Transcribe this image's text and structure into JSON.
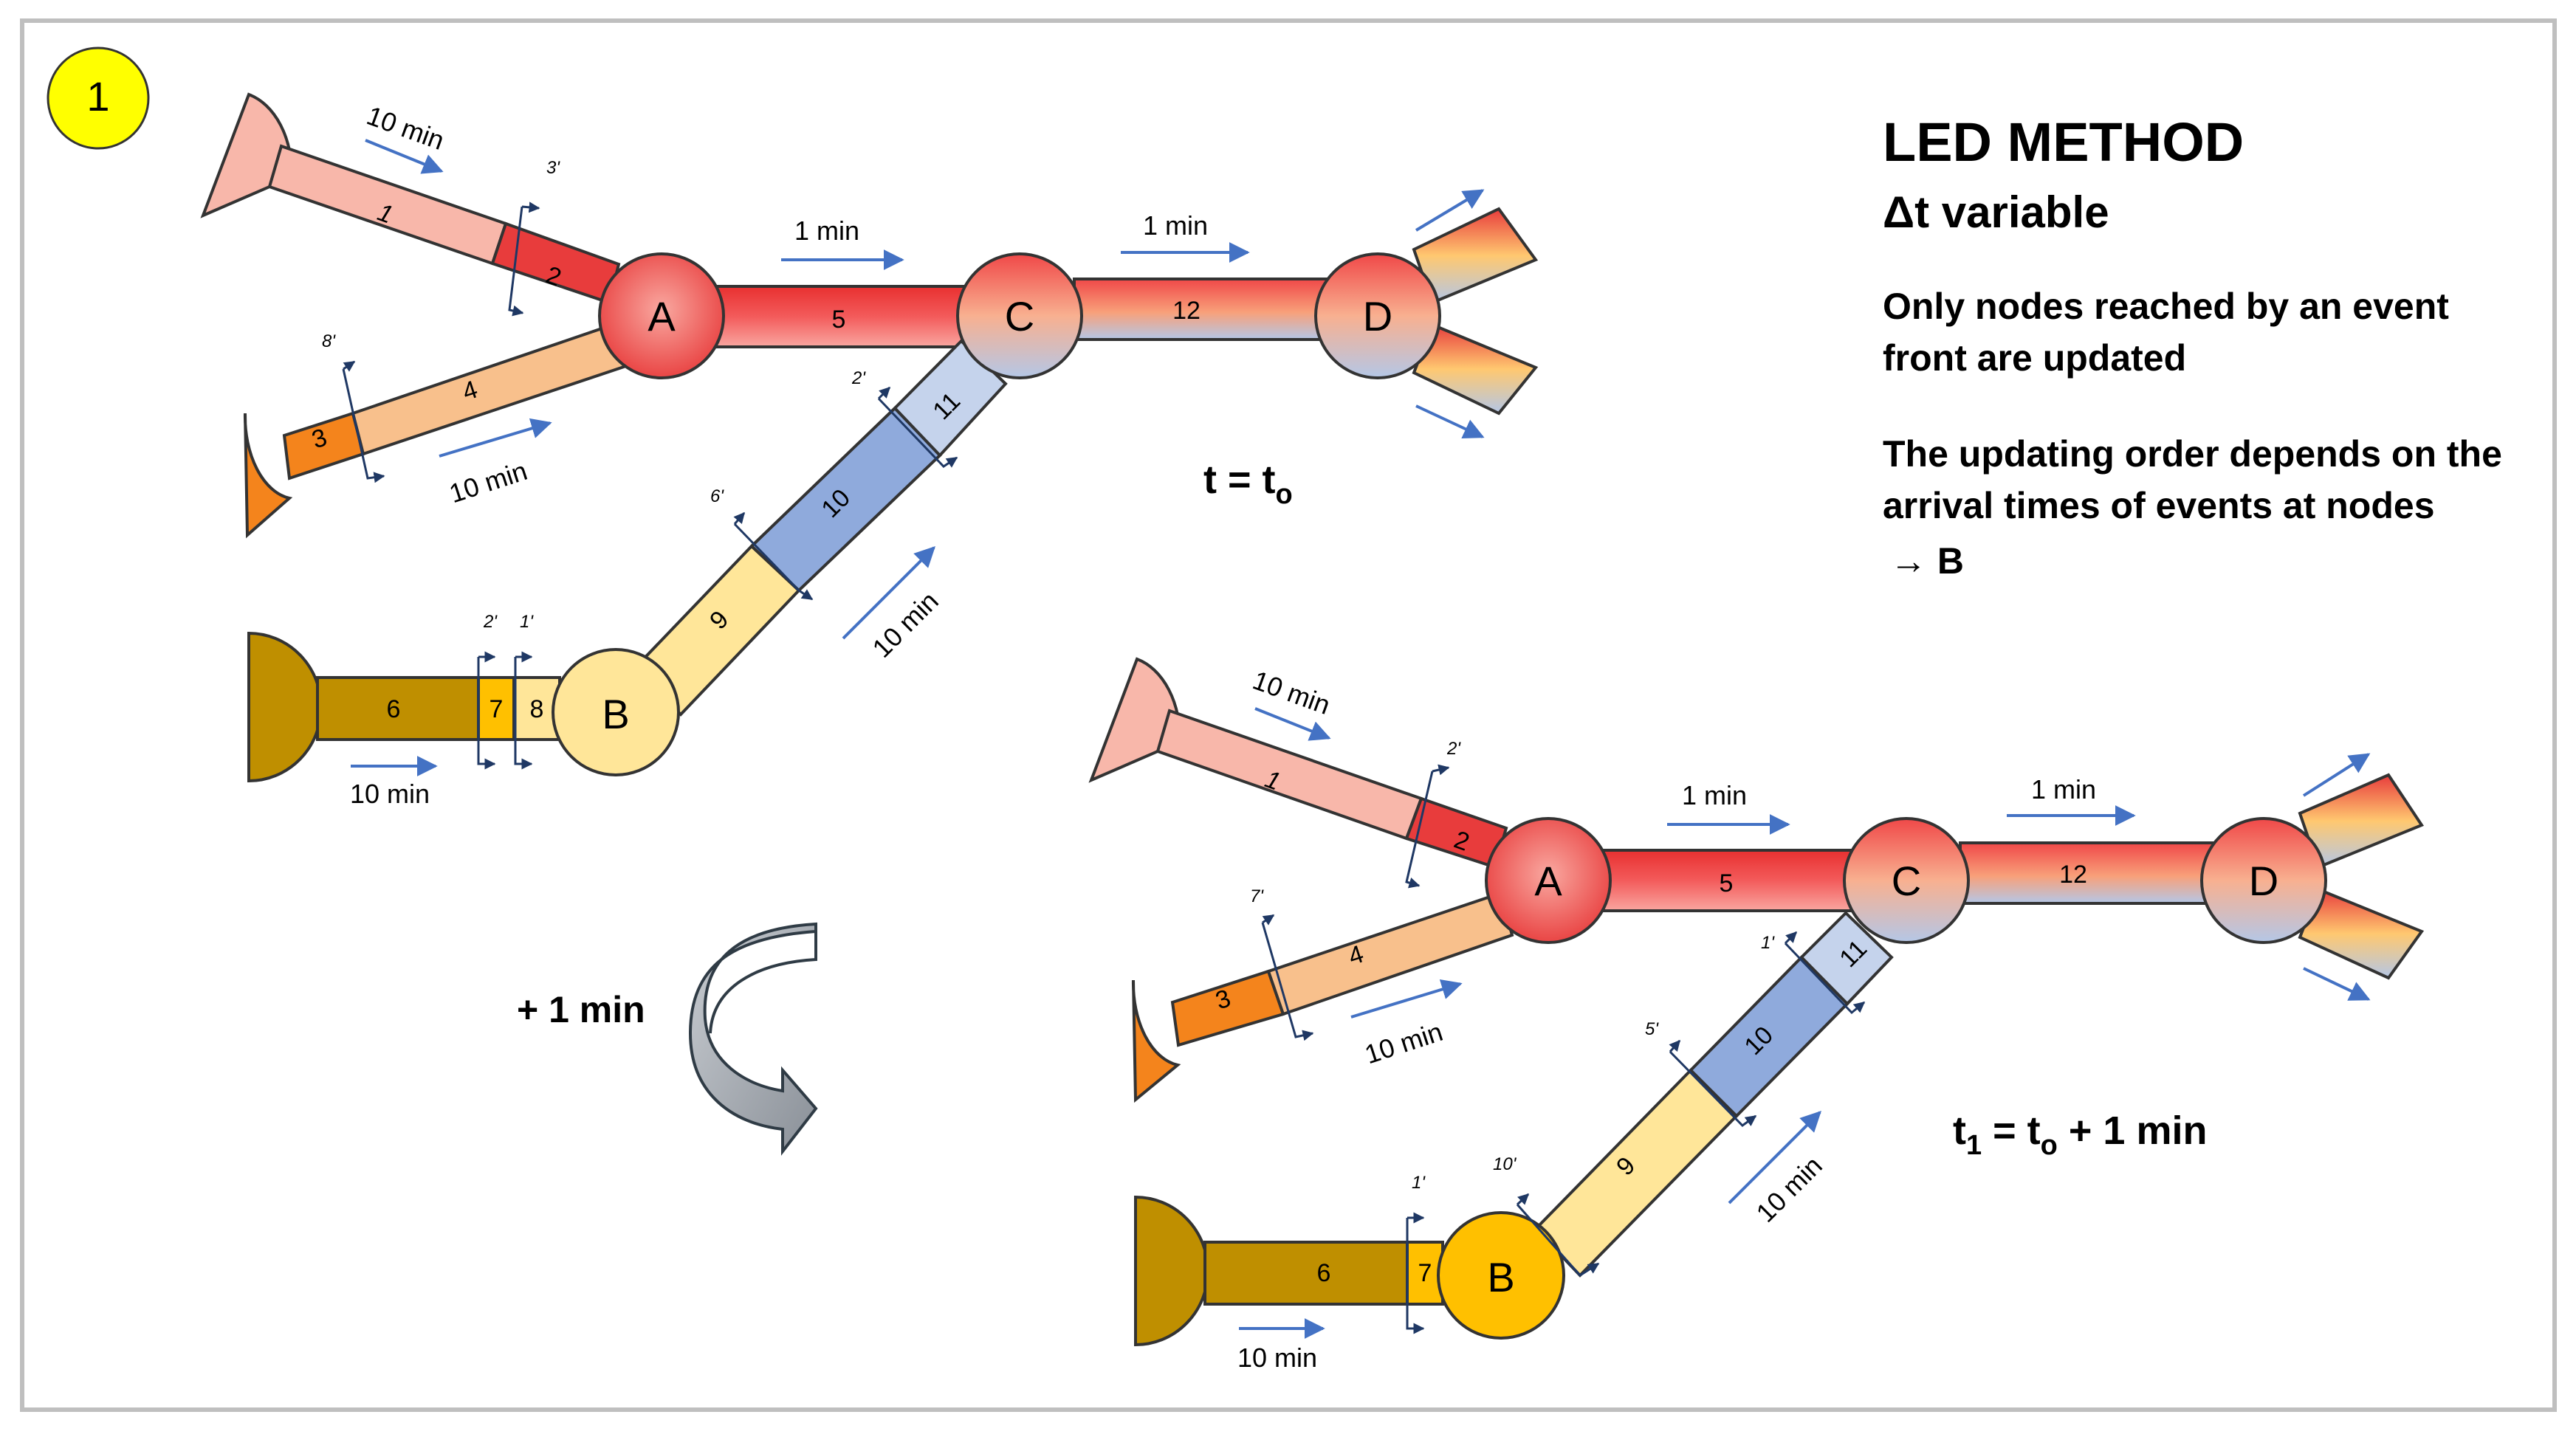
{
  "slide_number": "1",
  "title": "LED METHOD",
  "subtitle": "Δt  variable",
  "description": [
    [
      "Only nodes reached by an event",
      "front are updated"
    ],
    [
      "The updating order depends on the",
      "arrival times of events at nodes",
      "→  B"
    ]
  ],
  "time_step_label": "+ 1 min",
  "colors": {
    "upstream_light": "#F8B7AA",
    "link_red": "#E83C3C",
    "link_orange": "#F4841C",
    "link_peach": "#F8C08C",
    "link_olive": "#BF8F00",
    "link_gold": "#FFC000",
    "link_paleyellow": "#FFE699",
    "link_blue": "#8FAADC",
    "link_lightblue": "#C5D3EC",
    "arrow_blue": "#4472C4",
    "marker_navy": "#1F3864",
    "slide_badge": "#FFFF00"
  },
  "diagrams": [
    {
      "state_label_main": "t  = t",
      "state_label_sub": "o",
      "state_label_tail": "",
      "nodes": {
        "A": "A",
        "B": "B",
        "C": "C",
        "D": "D"
      },
      "links": [
        "1",
        "2",
        "3",
        "4",
        "5",
        "6",
        "7",
        "8",
        "9",
        "10",
        "11",
        "12"
      ],
      "travel_times": {
        "link1": "10 min",
        "link3": "10 min",
        "link5": "1 min",
        "link6": "10 min",
        "link9": "10 min",
        "link12": "1 min"
      },
      "event_marks": [
        "3'",
        "8'",
        "2'",
        "1'",
        "6'",
        "2'"
      ]
    },
    {
      "state_label_main": "t",
      "state_label_sub1": "1",
      "state_label_mid": " = t",
      "state_label_sub2": "o",
      "state_label_tail": " + 1 min",
      "nodes": {
        "A": "A",
        "B": "B",
        "C": "C",
        "D": "D"
      },
      "links": [
        "1",
        "2",
        "3",
        "4",
        "5",
        "6",
        "7",
        "9",
        "10",
        "11",
        "12"
      ],
      "travel_times": {
        "link1": "10 min",
        "link3": "10 min",
        "link5": "1 min",
        "link6": "10 min",
        "link9": "10 min",
        "link12": "1 min"
      },
      "event_marks": [
        "2'",
        "7'",
        "1'",
        "5'",
        "10'",
        "1'"
      ]
    }
  ]
}
